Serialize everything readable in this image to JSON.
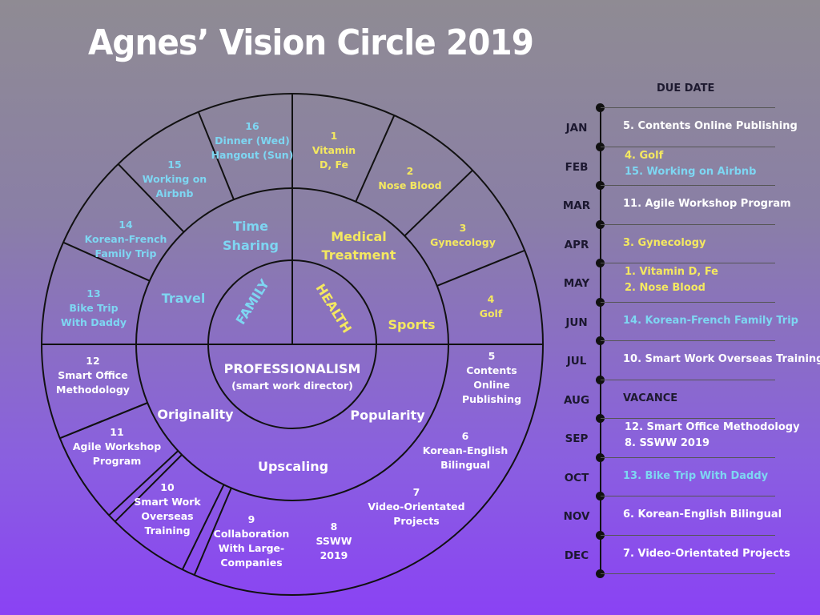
{
  "title": "Agnes’ Vision Circle 2019",
  "center": {
    "family": "FAMILY",
    "health": "HEALTH",
    "professionalism": "PROFESSIONALISM",
    "professionalism_sub": "(smart work director)"
  },
  "categories": {
    "time_sharing": [
      "Time",
      "Sharing"
    ],
    "travel": "Travel",
    "medical": [
      "Medical",
      "Treatment"
    ],
    "sports": "Sports",
    "originality": "Originality",
    "popularity": "Popularity",
    "upscaling": "Upscaling"
  },
  "goals": [
    {
      "id": "1",
      "lines": [
        "1",
        "Vitamin",
        "D, Fe"
      ]
    },
    {
      "id": "2",
      "lines": [
        "2",
        "Nose Blood"
      ]
    },
    {
      "id": "3",
      "lines": [
        "3",
        "Gynecology"
      ]
    },
    {
      "id": "4",
      "lines": [
        "4",
        "Golf"
      ]
    },
    {
      "id": "5",
      "lines": [
        "5",
        "Contents",
        "Online",
        "Publishing"
      ]
    },
    {
      "id": "6",
      "lines": [
        "6",
        "Korean-English",
        "Bilingual"
      ]
    },
    {
      "id": "7",
      "lines": [
        "7",
        "Video-Orientated",
        "Projects"
      ]
    },
    {
      "id": "8",
      "lines": [
        "8",
        "SSWW",
        "2019"
      ]
    },
    {
      "id": "9",
      "lines": [
        "9",
        "Collaboration",
        "With Large-",
        "Companies"
      ]
    },
    {
      "id": "10",
      "lines": [
        "10",
        "Smart Work",
        "Overseas",
        "Training"
      ]
    },
    {
      "id": "11",
      "lines": [
        "11",
        "Agile Workshop",
        "Program"
      ]
    },
    {
      "id": "12",
      "lines": [
        "12",
        "Smart Office",
        "Methodology"
      ]
    },
    {
      "id": "13",
      "lines": [
        "13",
        "Bike Trip",
        "With Daddy"
      ]
    },
    {
      "id": "14",
      "lines": [
        "14",
        "Korean-French",
        "Family Trip"
      ]
    },
    {
      "id": "15",
      "lines": [
        "15",
        "Working on",
        "Airbnb"
      ]
    },
    {
      "id": "16",
      "lines": [
        "16",
        "Dinner (Wed)",
        "Hangout (Sun)"
      ]
    }
  ],
  "timeline": {
    "header": "DUE DATE",
    "months": [
      "JAN",
      "FEB",
      "MAR",
      "APR",
      "MAY",
      "JUN",
      "JUL",
      "AUG",
      "SEP",
      "OCT",
      "NOV",
      "DEC"
    ],
    "entries": [
      {
        "month": "JAN",
        "items": [
          "5. Contents Online Publishing"
        ]
      },
      {
        "month": "FEB",
        "items": [
          "4. Golf",
          "15. Working on Airbnb"
        ]
      },
      {
        "month": "MAR",
        "items": [
          "11. Agile Workshop Program"
        ]
      },
      {
        "month": "APR",
        "items": [
          "3. Gynecology"
        ]
      },
      {
        "month": "MAY",
        "items": [
          "1. Vitamin D, Fe",
          "2. Nose Blood"
        ]
      },
      {
        "month": "JUN",
        "items": [
          "14. Korean-French Family Trip"
        ]
      },
      {
        "month": "JUL",
        "items": [
          "10. Smart Work Overseas Training"
        ]
      },
      {
        "month": "AUG",
        "items": [
          "VACANCE"
        ]
      },
      {
        "month": "SEP",
        "items": [
          "12. Smart Office Methodology",
          "8. SSWW  2019"
        ]
      },
      {
        "month": "OCT",
        "items": [
          "13. Bike Trip With Daddy"
        ]
      },
      {
        "month": "NOV",
        "items": [
          "6. Korean-English Bilingual"
        ]
      },
      {
        "month": "DEC",
        "items": [
          "7. Video-Orientated Projects"
        ]
      }
    ]
  },
  "colors": {
    "family": "#7ed6f2",
    "health": "#f4e860",
    "professional": "#ffffff",
    "dark": "#1e1a30"
  }
}
